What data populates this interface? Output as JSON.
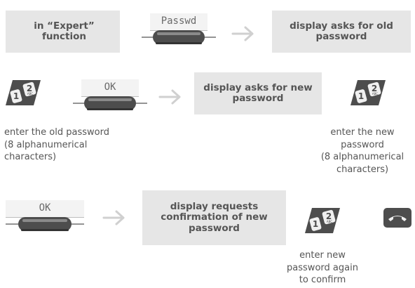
{
  "boxes": {
    "expert": "in “Expert” function",
    "old": "display asks for old\npassword",
    "new": "display asks for new\npassword",
    "confirm": "display requests\nconfirmation of new\npassword"
  },
  "softkeys": {
    "passwd": "Passwd",
    "ok1": "OK",
    "ok2": "OK"
  },
  "keypad_labels": {
    "one": "1",
    "two": "2",
    "abc": "ABC"
  },
  "captions": {
    "old": "enter the old password\n(8 alphanumerical\ncharacters)",
    "new": "enter the new\npassword\n(8 alphanumerical\ncharacters)",
    "again": "enter new\npassword again\nto confirm"
  },
  "colors": {
    "box_bg": "#e6e6e6",
    "text": "#555555",
    "key_dark": "#4d4d4d",
    "arrow": "#d0d0d0"
  }
}
